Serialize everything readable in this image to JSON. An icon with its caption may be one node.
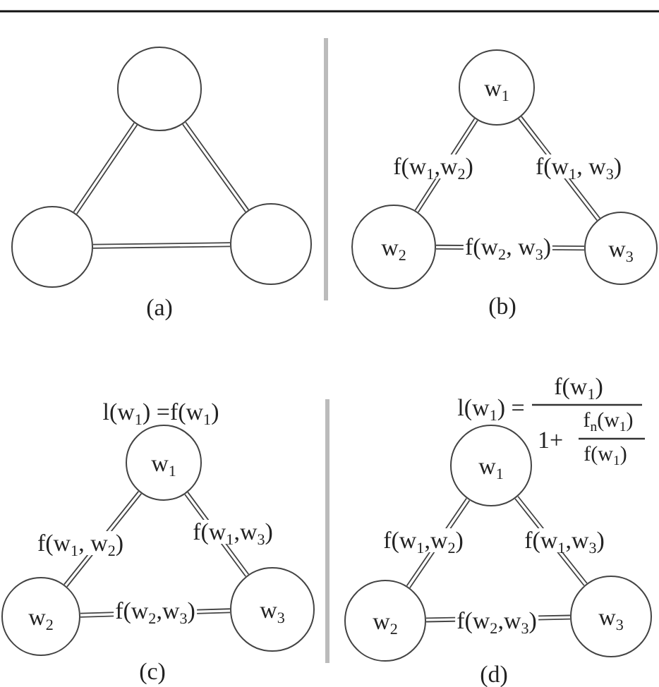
{
  "diagram": {
    "nodes": [
      {
        "text": [],
        "shape": "circle"
      },
      {
        "text": [],
        "shape": "circle"
      },
      {
        "text": [],
        "shape": "circle"
      },
      {
        "text": [
          "w$_{1}$"
        ]
      },
      {
        "text": [
          "w$_{2}$"
        ]
      },
      {
        "text": [
          "w$_{3}$"
        ]
      },
      {
        "text": [
          "w$_{1}$"
        ],
        "beside": [
          "l(w$_{1}$) =f(w$_{1}$)"
        ]
      },
      {
        "text": [
          "w$_{2}$"
        ]
      },
      {
        "text": [
          "w$_{3}$"
        ]
      },
      {
        "text": [
          "w$_{1}$"
        ],
        "beside": [
          "l(w$_{1}$) =",
          "f(w$_{1}$)",
          "1+",
          "f$_{n}$(w$_{1}$)",
          "f(w$_{1}$)"
        ]
      },
      {
        "text": [
          "w$_{2}$"
        ]
      },
      {
        "text": [
          "w$_{3}$"
        ]
      }
    ],
    "edges": [
      {
        "from": 0,
        "to": 1,
        "arrow": "none"
      },
      {
        "from": 0,
        "to": 2,
        "arrow": "none"
      },
      {
        "from": 1,
        "to": 2,
        "arrow": "none"
      },
      {
        "from": 3,
        "to": 4,
        "arrow": "none",
        "label": "f(w$_{1}$,w$_{2}$)"
      },
      {
        "from": 3,
        "to": 5,
        "arrow": "none",
        "label": "f(w$_{1}$, w$_{3}$)"
      },
      {
        "from": 4,
        "to": 5,
        "arrow": "none",
        "label": "f(w$_{2}$, w$_{3}$)"
      },
      {
        "from": 6,
        "to": 7,
        "arrow": "none",
        "label": "f(w$_{1}$, w$_{2}$)"
      },
      {
        "from": 6,
        "to": 8,
        "arrow": "none",
        "label": "f(w$_{1}$,w$_{3}$)"
      },
      {
        "from": 7,
        "to": 8,
        "arrow": "none",
        "label": "f(w$_{2}$,w$_{3}$)"
      },
      {
        "from": 9,
        "to": 10,
        "arrow": "none",
        "label": "f(w$_{1}$,w$_{2}$)"
      },
      {
        "from": 9,
        "to": 11,
        "arrow": "none",
        "label": "f(w$_{1}$,w$_{3}$)"
      },
      {
        "from": 10,
        "to": 11,
        "arrow": "none",
        "label": "f(w$_{2}$,w$_{3}$)"
      }
    ],
    "labels": [
      "(a)",
      "(b)",
      "(c)",
      "(d)"
    ]
  }
}
